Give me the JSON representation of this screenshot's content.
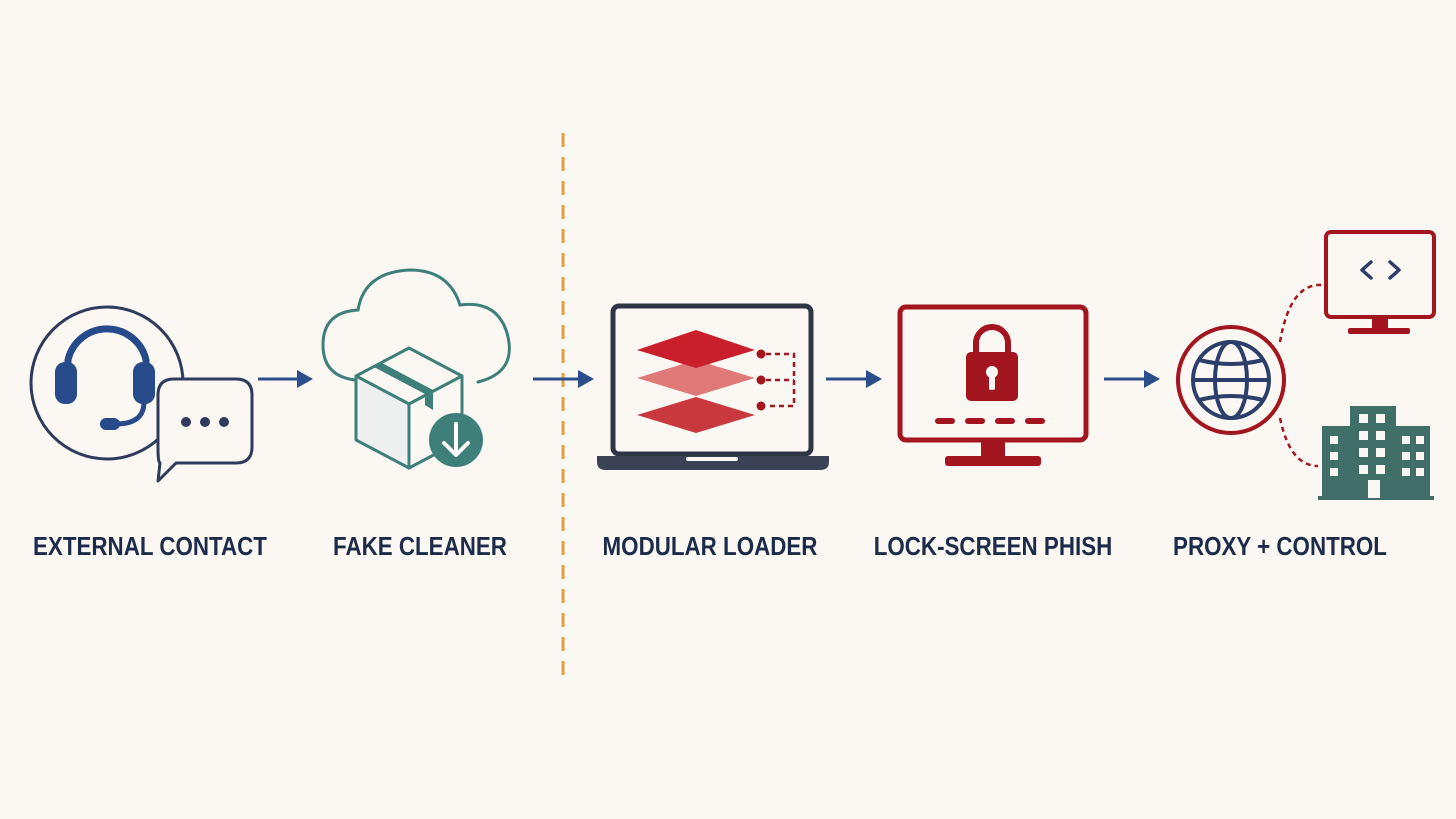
{
  "diagram": {
    "stages": [
      {
        "label": "EXTERNAL CONTACT",
        "icon": "headset-chat-icon"
      },
      {
        "label": "FAKE CLEANER",
        "icon": "cloud-package-download-icon"
      },
      {
        "label": "MODULAR LOADER",
        "icon": "laptop-layers-icon"
      },
      {
        "label": "LOCK-SCREEN PHISH",
        "icon": "monitor-lock-icon"
      },
      {
        "label": "PROXY + CONTROL",
        "icon": "globe-proxy-icon"
      }
    ],
    "proxy_targets": [
      "code-monitor-icon",
      "office-building-icon"
    ],
    "divider": "dashed-vertical-divider"
  },
  "colors": {
    "background": "#fbf8f3",
    "navy": "#1d2b4a",
    "blue": "#2c4f8c",
    "teal": "#3f7f7a",
    "red": "#a3151f",
    "red_light": "#d9534f",
    "orange_divider": "#e0a040",
    "slate": "#3a4254"
  }
}
